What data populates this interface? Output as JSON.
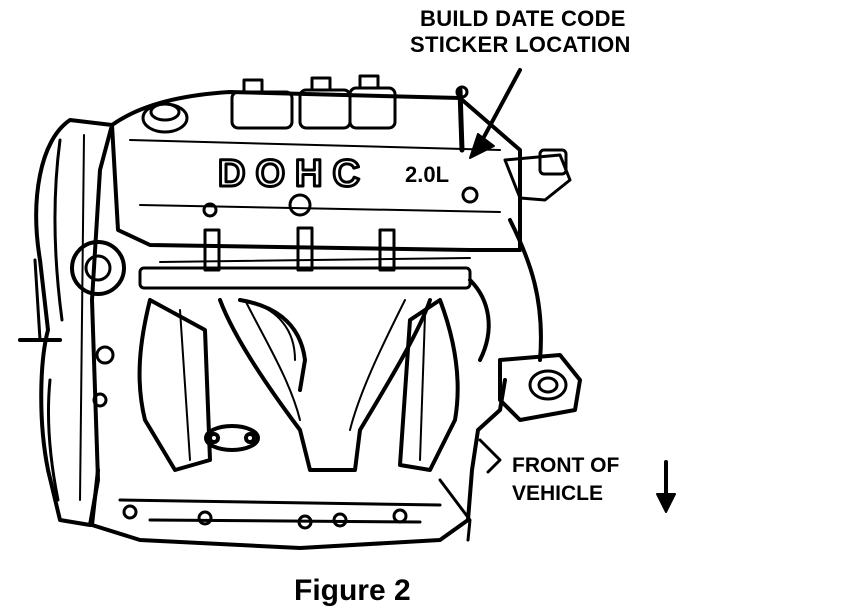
{
  "callout": {
    "line1": "BUILD DATE CODE",
    "line2": "STICKER LOCATION"
  },
  "direction": {
    "line1": "FRONT OF",
    "line2": "VEHICLE"
  },
  "engine": {
    "cover_text": "DOHC",
    "displacement_text": "2.0L"
  },
  "caption": "Figure 2"
}
